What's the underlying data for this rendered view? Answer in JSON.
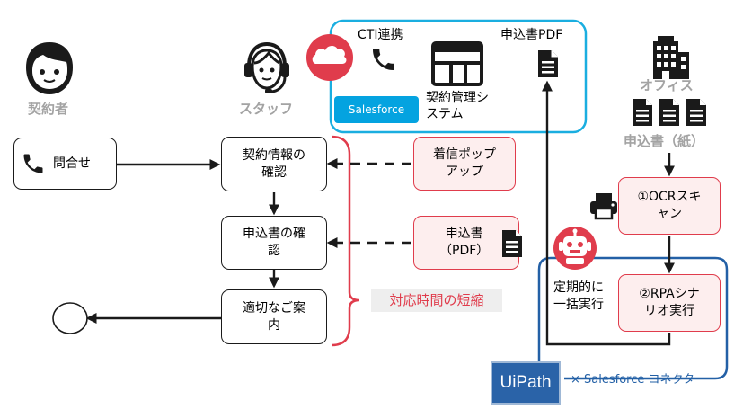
{
  "actors": {
    "customer": "契約者",
    "staff": "スタッフ",
    "office": "オフィス",
    "paper_form": "申込書（紙）"
  },
  "flow": {
    "inquiry": "問合せ",
    "confirm_contract": "契約情報の\n確認",
    "confirm_application": "申込書の確\n認",
    "guidance": "適切なご案\n内"
  },
  "salesforce": {
    "cti": "CTI連携",
    "pdf": "申込書PDF",
    "badge": "Salesforce",
    "system": "契約管理シ\nステム"
  },
  "pink_nodes": {
    "popup": "着信ポップ\nアップ",
    "application_pdf": "申込書\n（PDF）",
    "ocr": "①OCRスキ\nャン",
    "rpa": "②RPAシナ\nリオ実行"
  },
  "annotations": {
    "time_reduction": "対応時間の短縮",
    "batch_run": "定期的に\n一括実行",
    "uipath_logo": "UiPath",
    "connector": "× Salesforce コネクタ"
  },
  "colors": {
    "accent_red": "#e03c4c",
    "pink_fill": "#fdeeee",
    "cloud_blue": "#1aaee0",
    "salesforce_badge": "#04a3e0",
    "uipath_blue": "#2360a6",
    "dark": "#1a1a1a",
    "gray_text": "#a3a3a3"
  },
  "icons": [
    "person-icon",
    "headset-person-icon",
    "cloud-icon",
    "phone-icon",
    "window-icon",
    "document-icon",
    "building-icon",
    "printer-icon",
    "robot-icon"
  ]
}
